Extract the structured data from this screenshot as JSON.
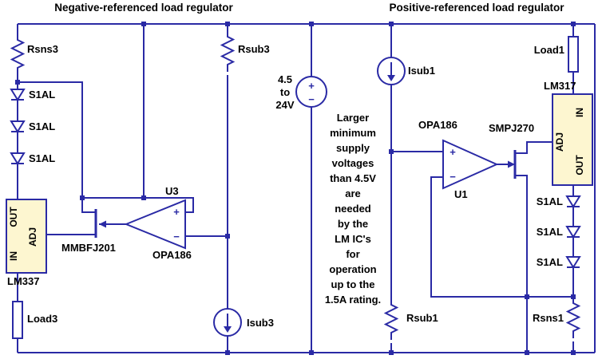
{
  "header": {
    "left_title": "Negative-referenced load regulator",
    "right_title": "Positive-referenced load regulator"
  },
  "left_regulator": {
    "rsns3": "Rsns3",
    "diodes": [
      "S1AL",
      "S1AL",
      "S1AL"
    ],
    "regulator": {
      "part": "LM337",
      "pins": {
        "top": "OUT",
        "mid": "ADJ",
        "bottom": "IN"
      }
    },
    "load": "Load3",
    "jfet": "MMBFJ201",
    "opamp": {
      "ref": "U3",
      "part": "OPA186",
      "noninv": "+",
      "inv": "−"
    },
    "rsub3": "Rsub3",
    "isub3": "Isub3"
  },
  "supply": {
    "value_lines": [
      "4.5",
      "to",
      "24V"
    ],
    "plus": "+",
    "minus": "−"
  },
  "note_lines": [
    "Larger",
    "minimum",
    "supply",
    "voltages",
    "than 4.5V",
    "are",
    "needed",
    "by the",
    "LM IC's",
    "for",
    "operation",
    "up to the",
    "1.5A rating."
  ],
  "right_regulator": {
    "isub1": "Isub1",
    "opamp": {
      "ref": "U1",
      "part": "OPA186",
      "noninv": "+",
      "inv": "−"
    },
    "jfet": "SMPJ270",
    "regulator": {
      "part": "LM317",
      "pins": {
        "top": "IN",
        "mid": "ADJ",
        "bottom": "OUT"
      }
    },
    "load": "Load1",
    "diodes": [
      "S1AL",
      "S1AL",
      "S1AL"
    ],
    "rsub1": "Rsub1",
    "rsns1": "Rsns1"
  },
  "colors": {
    "wire": "#2a2aa5",
    "ic_fill": "#fdf6d0",
    "text": "#000000",
    "background": "#ffffff"
  }
}
